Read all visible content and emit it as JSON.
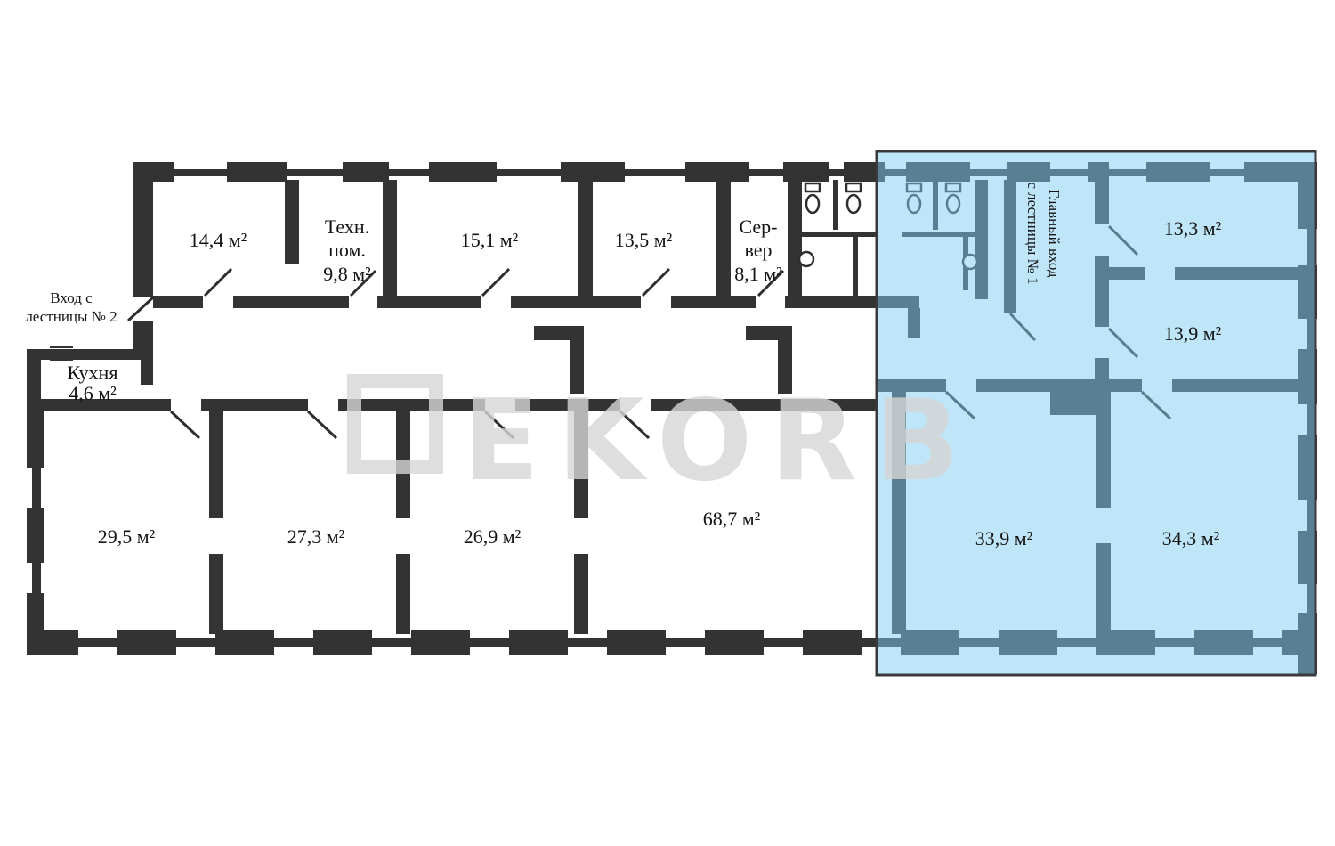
{
  "plan": {
    "colors": {
      "wall": "#333333",
      "highlight": "#7fccf2",
      "watermark": "#d6d6d6"
    },
    "watermark_text": "EKORB",
    "entrance_left": {
      "line1": "Вход с",
      "line2": "лестницы № 2"
    },
    "main_entrance": {
      "line1": "Главный вход",
      "line2": "с лестницы № 1"
    },
    "kitchen": {
      "name": "Кухня",
      "area": "4,6 м²"
    },
    "tech_room": {
      "line1": "Техн.",
      "line2": "пом.",
      "area": "9,8 м²"
    },
    "server_room": {
      "line1": "Сер-",
      "line2": "вер",
      "area": "8,1 м²"
    },
    "rooms": [
      {
        "area": "14,4 м²",
        "highlighted": false
      },
      {
        "area": "15,1 м²",
        "highlighted": false
      },
      {
        "area": "13,5 м²",
        "highlighted": false
      },
      {
        "area": "29,5 м²",
        "highlighted": false
      },
      {
        "area": "27,3 м²",
        "highlighted": false
      },
      {
        "area": "26,9 м²",
        "highlighted": false
      },
      {
        "area": "68,7 м²",
        "highlighted": false
      },
      {
        "area": "13,3 м²",
        "highlighted": true
      },
      {
        "area": "13,9 м²",
        "highlighted": true
      },
      {
        "area": "33,9 м²",
        "highlighted": true
      },
      {
        "area": "34,3 м²",
        "highlighted": true
      }
    ]
  }
}
